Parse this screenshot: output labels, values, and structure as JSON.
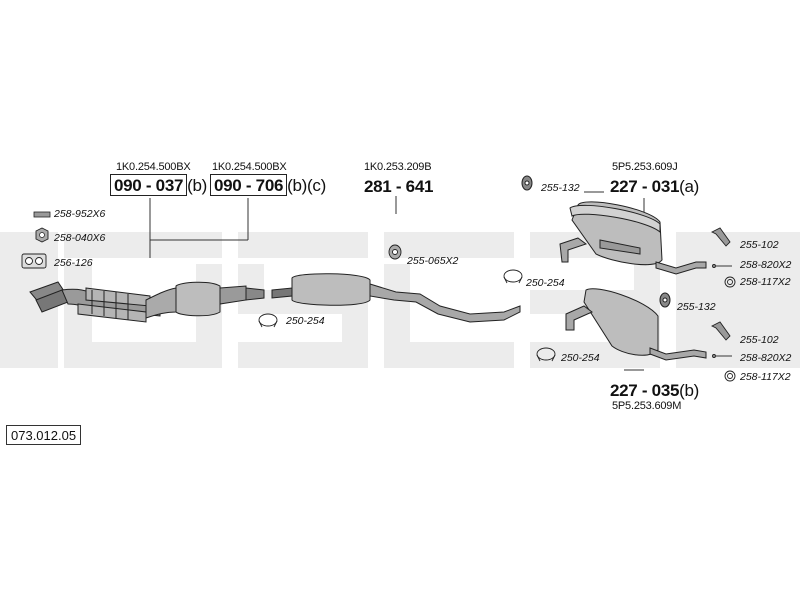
{
  "catalog_code": "073.012.05",
  "assemblies": [
    {
      "ref": "1K0.254.500BX",
      "number": "090 - 037",
      "suffix": "(b)"
    },
    {
      "ref": "1K0.254.500BX",
      "number": "090 - 706",
      "suffix": "(b)(c)"
    },
    {
      "ref": "1K0.253.209B",
      "number": "281 - 641",
      "suffix": ""
    },
    {
      "ref": "5P5.253.609J",
      "number": "227 - 031",
      "suffix": "(a)"
    },
    {
      "ref": "5P5.253.609M",
      "number": "227 - 035",
      "suffix": "(b)"
    }
  ],
  "parts": {
    "p1": "258-952X6",
    "p2": "258-040X6",
    "p3": "256-126",
    "p4": "250-254",
    "p5": "255-065X2",
    "p6": "250-254",
    "p7": "255-132",
    "p8": "255-102",
    "p9": "258-820X2",
    "p10": "258-117X2",
    "p11": "255-132",
    "p12": "250-254",
    "p13": "255-102",
    "p14": "258-820X2",
    "p15": "258-117X2"
  }
}
